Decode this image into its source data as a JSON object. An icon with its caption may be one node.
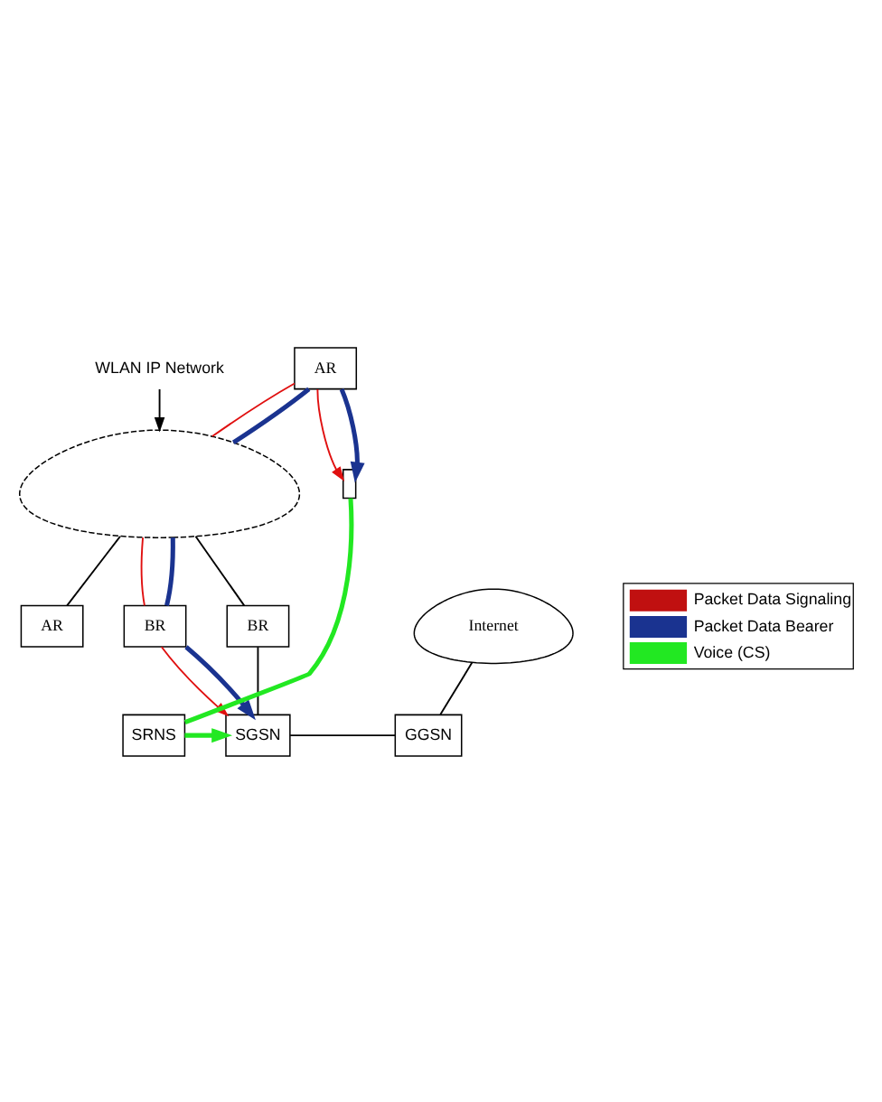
{
  "diagram": {
    "nodes": [
      {
        "text": [
          "Internet"
        ]
      },
      {
        "text": [
          "SRNS"
        ]
      },
      {
        "text": [
          "SGSN"
        ]
      },
      {
        "text": [
          "GGSN"
        ]
      },
      {
        "text": [
          "BR"
        ]
      },
      {
        "text": [
          "BR"
        ]
      },
      {
        "text": [],
        "shape": "cloud"
      },
      {
        "text": [
          "AR"
        ]
      },
      {
        "text": [
          "AR"
        ]
      },
      {
        "text": [],
        "shape": "box"
      },
      {
        "text": [
          "WLAN IP Network"
        ]
      }
    ],
    "edges": [
      {
        "from": 0,
        "to": 3,
        "arrow": "none"
      },
      {
        "from": 2,
        "to": 3,
        "arrow": "none"
      },
      {
        "from": 9,
        "to": 1,
        "arrow": "none",
        "style": "thick",
        "color": "#22e822"
      },
      {
        "from": 1,
        "to": 2,
        "arrow": "to",
        "style": "thick",
        "color": "#22e822"
      },
      {
        "from": 4,
        "to": 2,
        "arrow": "none"
      },
      {
        "from": 6,
        "to": 4,
        "arrow": "none"
      },
      {
        "from": 5,
        "to": 2,
        "arrow": "to",
        "color": "#e01010"
      },
      {
        "from": 5,
        "to": 2,
        "arrow": "to",
        "style": "thick",
        "color": "#1a3390"
      },
      {
        "from": 6,
        "to": 5,
        "arrow": "none",
        "color": "#e01010"
      },
      {
        "from": 6,
        "to": 5,
        "arrow": "none",
        "style": "thick",
        "color": "#1a3390"
      },
      {
        "from": 7,
        "to": 6,
        "arrow": "none",
        "color": "#e01010"
      },
      {
        "from": 7,
        "to": 6,
        "arrow": "none",
        "style": "thick",
        "color": "#1a3390"
      },
      {
        "from": 7,
        "to": 9,
        "arrow": "to",
        "color": "#e01010"
      },
      {
        "from": 7,
        "to": 9,
        "arrow": "to",
        "style": "thick",
        "color": "#1a3390"
      },
      {
        "from": 6,
        "to": 8,
        "arrow": "none"
      },
      {
        "from": 10,
        "to": 6,
        "arrow": "to"
      }
    ],
    "legend": [
      {
        "text": "Packet Data Signaling",
        "color": "#c01010"
      },
      {
        "text": "Packet Data Bearer",
        "color": "#1a3390"
      },
      {
        "text": "Voice (CS)",
        "color": "#22e822"
      }
    ]
  }
}
